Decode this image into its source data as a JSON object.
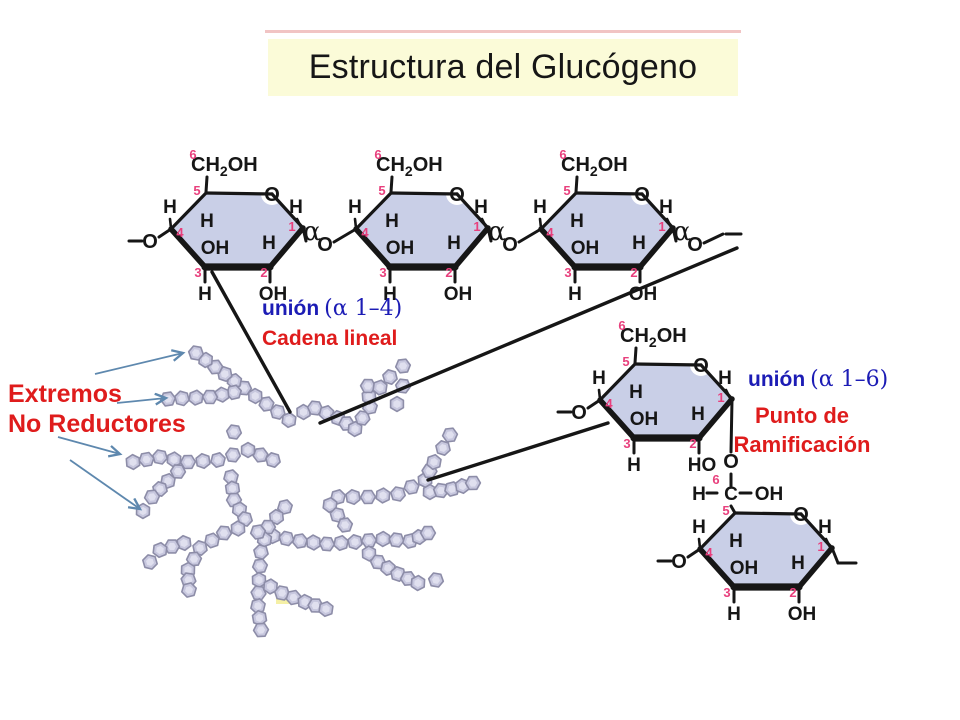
{
  "slide": {
    "title": "Estructura del Glucógeno"
  },
  "annotations": {
    "union_1_4": {
      "word": "unión",
      "paren": "(α 1–4)"
    },
    "cadena_lineal": "Cadena lineal",
    "extremos_line1": "Extremos",
    "extremos_line2": "No Reductores",
    "union_1_6": {
      "word": "unión",
      "paren": "(α 1–6)"
    },
    "punto_line1": "Punto de",
    "punto_line2": "Ramificación"
  },
  "chemistry": {
    "atoms": {
      "h": "H",
      "oh": "OH",
      "ho": "HO",
      "o": "O",
      "c": "C",
      "alpha": "α",
      "ch": "CH",
      "sub2": "2",
      "oh_tail": "OH"
    },
    "carbon_numbers": [
      "1",
      "2",
      "3",
      "4",
      "5",
      "6"
    ]
  },
  "colors": {
    "title_bg": "#fbfbd8",
    "title_top_edge": "#e9a4a4",
    "label_red": "#df1c1c",
    "label_blue": "#1c1cb5",
    "carbon_number_pink": "#e8407d",
    "ring_fill": "#c9cfe7",
    "bond_black": "#161616",
    "granule_hex_fill": "#c7c7de",
    "granule_hex_inner": "#e0e0ef",
    "granule_hex_stroke": "#8d8da8",
    "arrow_blue": "#5e88ae",
    "highlight_yellow": "#f4ee9c"
  }
}
